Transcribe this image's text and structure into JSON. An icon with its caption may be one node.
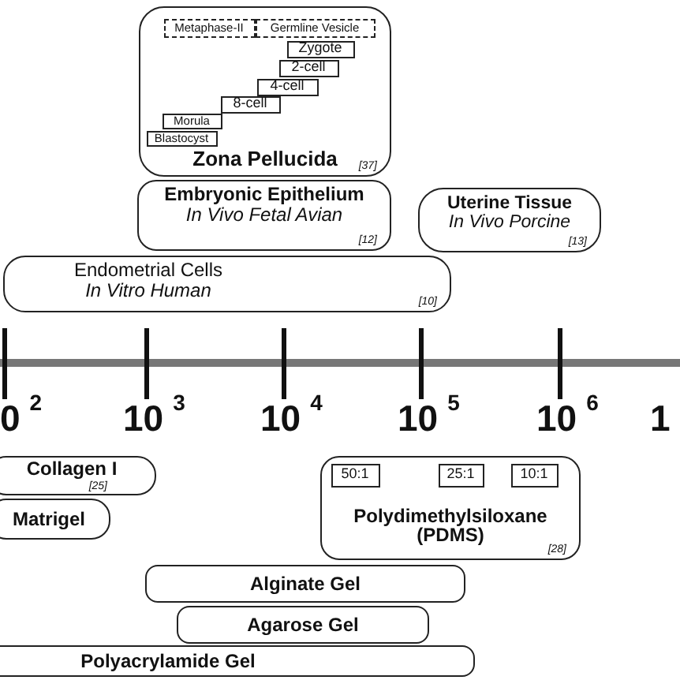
{
  "diagram": {
    "nodes": [
      {
        "text": [
          "Zona Pellucida",
          "[37]"
        ]
      },
      {
        "text": [
          "Metaphase-II"
        ],
        "in": 0
      },
      {
        "text": [
          "Germline Vesicle"
        ],
        "in": 0
      },
      {
        "text": [
          "Zygote"
        ],
        "in": 0
      },
      {
        "text": [
          "2-cell"
        ],
        "in": 0
      },
      {
        "text": [
          "4-cell"
        ],
        "in": 0
      },
      {
        "text": [
          "8-cell"
        ],
        "in": 0
      },
      {
        "text": [
          "Morula"
        ],
        "in": 0
      },
      {
        "text": [
          "Blastocyst"
        ],
        "in": 0
      },
      {
        "text": [
          "Embryonic Epithelium",
          "In Vivo Fetal Avian",
          "[12]"
        ]
      },
      {
        "text": [
          "Uterine Tissue",
          "In Vivo Porcine",
          "[13]"
        ]
      },
      {
        "text": [
          "Endometrial Cells",
          "In Vitro Human",
          "[10]"
        ]
      },
      {
        "text": [
          "Collagen I",
          "[25]"
        ]
      },
      {
        "text": [
          "Matrigel"
        ]
      },
      {
        "text": [
          "Polydimethylsiloxane (PDMS)",
          "[28]"
        ]
      },
      {
        "text": [
          "50:1"
        ],
        "in": 14
      },
      {
        "text": [
          "25:1"
        ],
        "in": 14
      },
      {
        "text": [
          "10:1"
        ],
        "in": 14
      },
      {
        "text": [
          "Alginate Gel"
        ]
      },
      {
        "text": [
          "Agarose Gel"
        ]
      },
      {
        "text": [
          "Polyacrylamide Gel"
        ]
      }
    ],
    "edges": [],
    "labels": [
      "0$^{2}$",
      "10$^{3}$",
      "10$^{4}$",
      "10$^{5}$",
      "10$^{6}$",
      "1"
    ]
  }
}
